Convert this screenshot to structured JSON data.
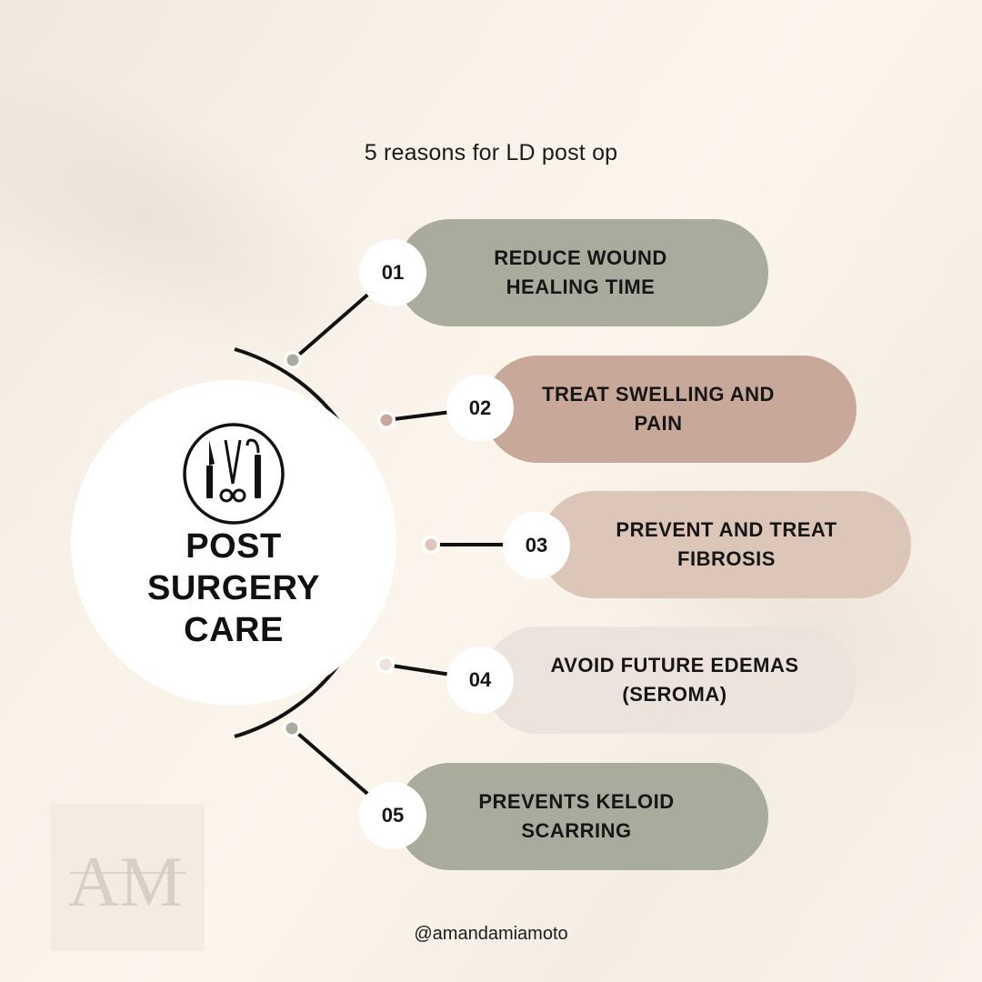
{
  "header": {
    "title": "5 reasons for LD post op"
  },
  "center": {
    "title_lines": [
      "POST",
      "SURGERY",
      "CARE"
    ],
    "icon": "surgical-tools-icon"
  },
  "reasons": [
    {
      "number": "01",
      "lines": [
        "REDUCE WOUND",
        "HEALING TIME"
      ],
      "color": "#a9ab9d"
    },
    {
      "number": "02",
      "lines": [
        "TREAT SWELLING AND",
        "PAIN"
      ],
      "color": "#c8a898"
    },
    {
      "number": "03",
      "lines": [
        "PREVENT AND TREAT",
        "FIBROSIS"
      ],
      "color": "#dcc6b7"
    },
    {
      "number": "04",
      "lines": [
        "AVOID FUTURE EDEMAS",
        "(SEROMA)"
      ],
      "color": "#ece3dd"
    },
    {
      "number": "05",
      "lines": [
        "PREVENTS KELOID",
        "SCARRING"
      ],
      "color": "#a9ab9d"
    }
  ],
  "dot_colors": [
    "#a9ab9d",
    "#c8a898",
    "#dcc6b7",
    "#ece3dd",
    "#a9ab9d"
  ],
  "watermark": {
    "logo_letters": "AM"
  },
  "footer": {
    "handle": "@amandamiamoto"
  }
}
